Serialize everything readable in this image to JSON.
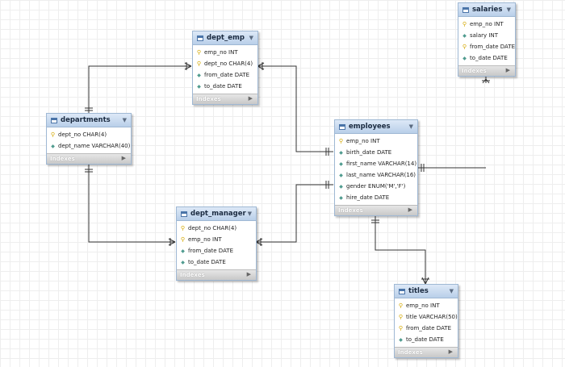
{
  "tables": {
    "dept_emp": {
      "name": "dept_emp",
      "columns": [
        {
          "text": "emp_no INT",
          "icon": "key-icon"
        },
        {
          "text": "dept_no CHAR(4)",
          "icon": "key-icon"
        },
        {
          "text": "from_date DATE",
          "icon": "diamond-icon"
        },
        {
          "text": "to_date DATE",
          "icon": "diamond-icon"
        }
      ],
      "footer": "Indexes"
    },
    "salaries": {
      "name": "salaries",
      "columns": [
        {
          "text": "emp_no INT",
          "icon": "key-icon"
        },
        {
          "text": "salary INT",
          "icon": "diamond-icon"
        },
        {
          "text": "from_date DATE",
          "icon": "key-icon"
        },
        {
          "text": "to_date DATE",
          "icon": "diamond-icon"
        }
      ],
      "footer": "Indexes"
    },
    "departments": {
      "name": "departments",
      "columns": [
        {
          "text": "dept_no CHAR(4)",
          "icon": "key-icon"
        },
        {
          "text": "dept_name VARCHAR(40)",
          "icon": "diamond-icon"
        }
      ],
      "footer": "Indexes"
    },
    "employees": {
      "name": "employees",
      "columns": [
        {
          "text": "emp_no INT",
          "icon": "key-icon"
        },
        {
          "text": "birth_date DATE",
          "icon": "diamond-icon"
        },
        {
          "text": "first_name VARCHAR(14)",
          "icon": "diamond-icon"
        },
        {
          "text": "last_name VARCHAR(16)",
          "icon": "diamond-icon"
        },
        {
          "text": "gender ENUM('M','F')",
          "icon": "diamond-icon"
        },
        {
          "text": "hire_date DATE",
          "icon": "diamond-icon"
        }
      ],
      "footer": "Indexes"
    },
    "dept_manager": {
      "name": "dept_manager",
      "columns": [
        {
          "text": "dept_no CHAR(4)",
          "icon": "key-icon"
        },
        {
          "text": "emp_no INT",
          "icon": "key-icon"
        },
        {
          "text": "from_date DATE",
          "icon": "diamond-icon"
        },
        {
          "text": "to_date DATE",
          "icon": "diamond-icon"
        }
      ],
      "footer": "Indexes"
    },
    "titles": {
      "name": "titles",
      "columns": [
        {
          "text": "emp_no INT",
          "icon": "key-icon"
        },
        {
          "text": "title VARCHAR(50)",
          "icon": "key-icon"
        },
        {
          "text": "from_date DATE",
          "icon": "key-icon"
        },
        {
          "text": "to_date DATE",
          "icon": "diamond-icon"
        }
      ],
      "footer": "Indexes"
    }
  },
  "colors": {
    "header": "#c6d8ee",
    "border": "#9fb8d4",
    "key": "#d4a800",
    "diamond": "#4f9b8f",
    "connector": "#333333"
  }
}
